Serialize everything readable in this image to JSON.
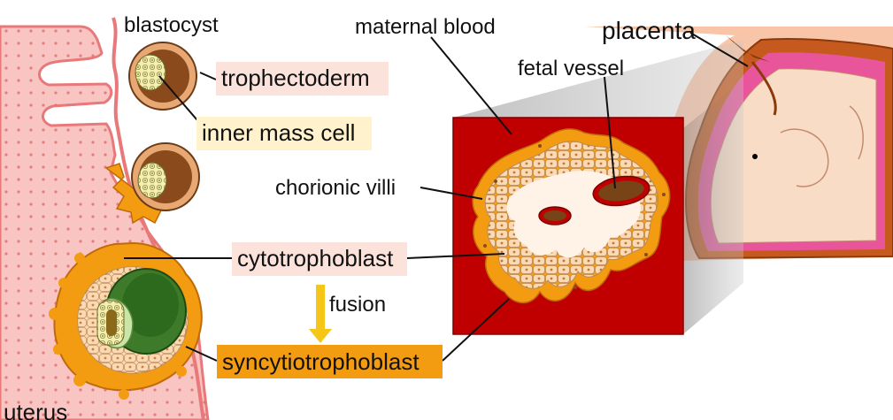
{
  "labels": {
    "blastocyst": "blastocyst",
    "maternal_blood": "maternal blood",
    "placenta": "placenta",
    "fetal_vessel": "fetal vessel",
    "trophectoderm": "trophectoderm",
    "inner_mass_cell": "inner mass cell",
    "chorionic_villi": "chorionic villi",
    "cytotrophoblast": "cytotrophoblast",
    "fusion": "fusion",
    "syncytiotrophoblast": "syncytiotrophoblast",
    "uterus": "uterus"
  },
  "colors": {
    "uterus_wall": "#f9c5c3",
    "uterus_line": "#e9787a",
    "maternal_blood": "#c00000",
    "trophoblast": "#f39c12",
    "cyto_cell": "#fcd9b3",
    "villus_core": "#fff3e8",
    "blastocyst_shell": "#e8a874",
    "blastocyst_cavity": "#8a4a1c",
    "inner_mass": "#f4efb0",
    "placenta_brown": "#c65a1e",
    "amnion_pink": "#e8559a",
    "fetus_skin": "#f9dcc6",
    "label_pink_bg": "#fbe3dc",
    "label_yellow_bg": "#fff2cc",
    "label_orange_bg": "#f39c12",
    "arrow_yellow": "#f5c518"
  }
}
